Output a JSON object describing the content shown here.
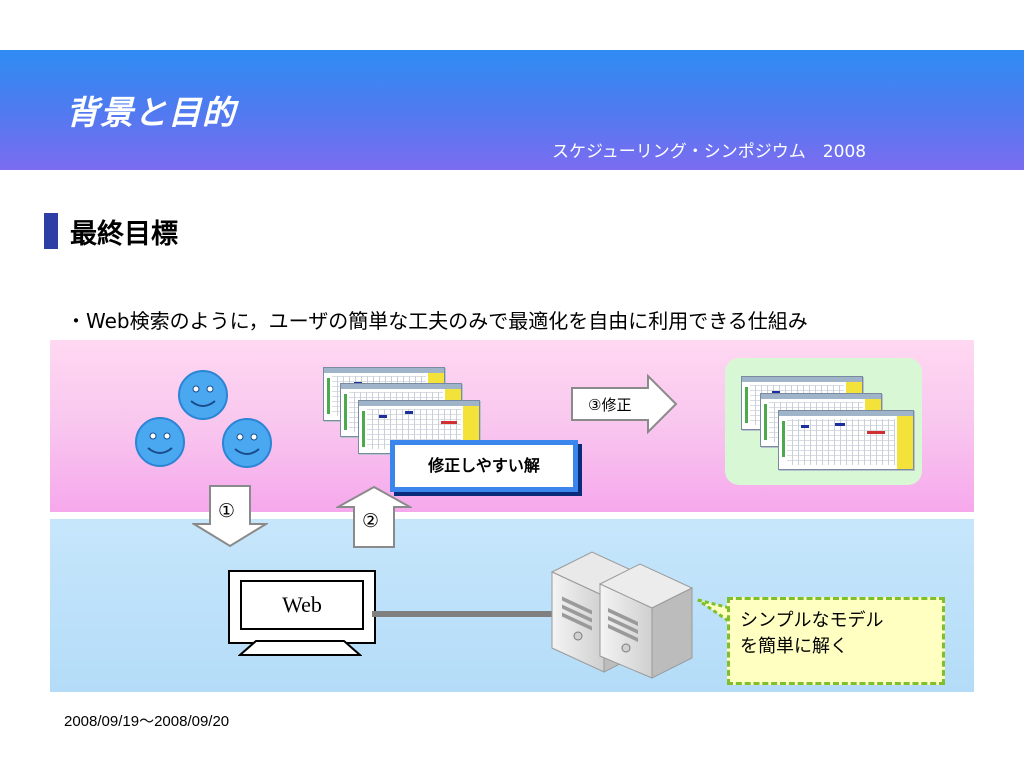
{
  "slide": {
    "title": "背景と目的",
    "subtitle": "スケジューリング・シンポジウム　2008",
    "section_heading": "最終目標",
    "bullet": "・Web検索のように，ユーザの簡単な工夫のみで最適化を自由に利用できる仕組み",
    "footer_date": "2008/09/19〜2008/09/20"
  },
  "diagram": {
    "callout_label": "修正しやすい解",
    "arrow_up_down_label": "①",
    "arrow_up_label": "②",
    "arrow_right_label": "③修正",
    "monitor_label": "Web",
    "note_line1": "シンプルなモデル",
    "note_line2": "を簡単に解く"
  },
  "colors": {
    "header_blue": "#2f8cf2",
    "section_bar": "#2d3fa6",
    "callout_border": "#3a86ec",
    "note_border": "#7fbf2a"
  },
  "icons": [
    "smiley-face-icon",
    "schedule-sheet-icon",
    "server-icon",
    "monitor-icon",
    "arrow-down-icon",
    "arrow-up-icon",
    "arrow-right-icon"
  ]
}
